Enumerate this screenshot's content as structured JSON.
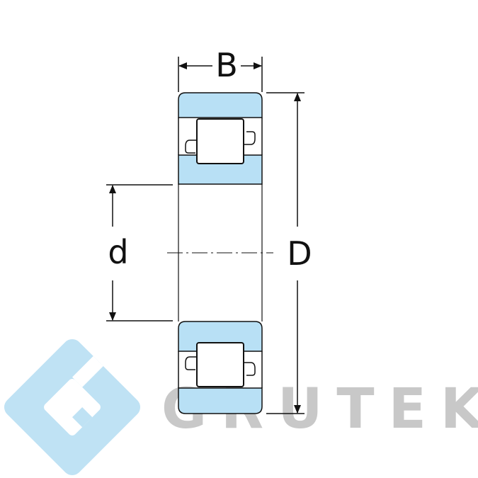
{
  "diagram": {
    "labels": {
      "width": "B",
      "inner_diameter": "d",
      "outer_diameter": "D"
    }
  },
  "logo": {
    "wordmark": "GRUTEK",
    "icon": "g-diamond-logo-icon"
  },
  "colors": {
    "ring_fill": "#b8e0f5",
    "outline": "#111111",
    "logo_blue": "#bfe2f4",
    "logo_gray": "#c8c8c8"
  }
}
